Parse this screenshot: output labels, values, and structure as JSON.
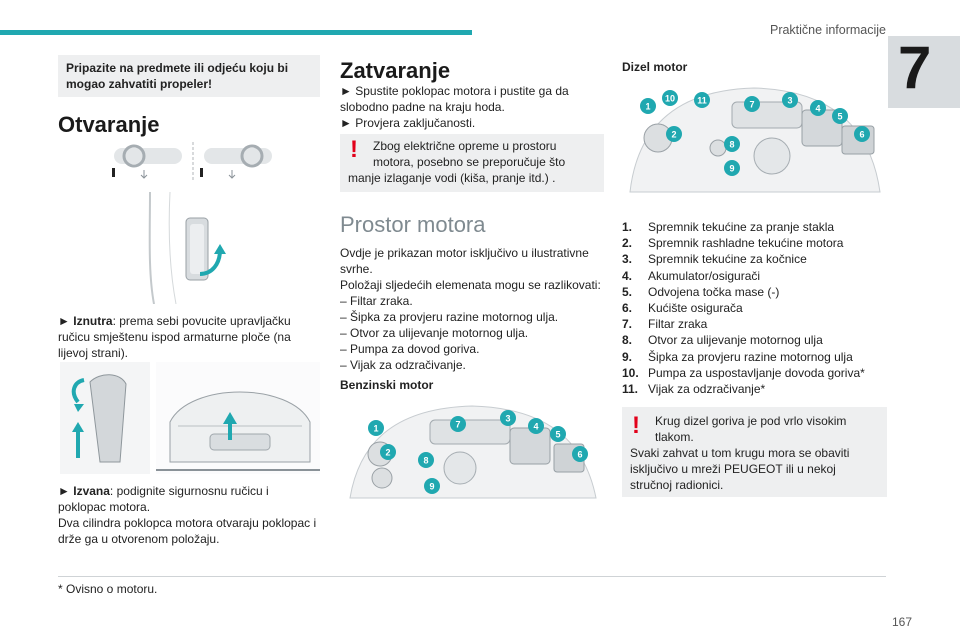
{
  "header": {
    "title": "Praktične informacije",
    "chapter": "7"
  },
  "left": {
    "note": "Pripazite na predmete ili odjeću koju bi mogao zahvatiti propeler!",
    "heading": "Otvaranje",
    "step1_marker": "►",
    "step1_bold": "Iznutra",
    "step1_text": ": prema sebi povucite upravljačku ručicu smještenu ispod armaturne ploče (na lijevoj strani).",
    "step2_marker": "►",
    "step2_bold": "Izvana",
    "step2_text": ": podignite sigurnosnu ručicu i poklopac motora.",
    "step2_extra": "Dva cilindra poklopca motora otvaraju poklopac i drže ga u otvorenom položaju."
  },
  "middle": {
    "heading": "Zatvaranje",
    "steps": [
      "► Spustite poklopac motora i pustite ga da slobodno padne na kraju hoda.",
      "► Provjera zaključanosti."
    ],
    "warning_mark": "!",
    "warning_line1": "Zbog električne opreme u prostoru motora, posebno se preporučuje što",
    "warning_line2": "manje izlaganje vodi (kiša, pranje itd.) .",
    "section_heading": "Prostor motora",
    "intro1": "Ovdje je prikazan motor isključivo u ilustrativne svrhe.",
    "intro2": "Položaji sljedećih elemenata mogu se razlikovati:",
    "list": [
      "– Filtar zraka.",
      "– Šipka za provjeru razine motornog ulja.",
      "– Otvor za ulijevanje motornog ulja.",
      "– Pumpa za dovod goriva.",
      "– Vijak za odzračivanje."
    ],
    "petrol_heading": "Benzinski motor",
    "petrol_badges": [
      "1",
      "2",
      "7",
      "3",
      "4",
      "5",
      "6",
      "8",
      "9"
    ]
  },
  "right": {
    "diesel_heading": "Dizel motor",
    "diesel_badges": [
      "1",
      "10",
      "11",
      "7",
      "3",
      "4",
      "5",
      "6",
      "2",
      "8",
      "9"
    ],
    "items": [
      {
        "n": "1.",
        "t": "Spremnik tekućine za pranje stakla"
      },
      {
        "n": "2.",
        "t": "Spremnik rashladne tekućine motora"
      },
      {
        "n": "3.",
        "t": "Spremnik tekućine za kočnice"
      },
      {
        "n": "4.",
        "t": "Akumulator/osigurači"
      },
      {
        "n": "5.",
        "t": "Odvojena točka mase (-)"
      },
      {
        "n": "6.",
        "t": "Kućište osigurača"
      },
      {
        "n": "7.",
        "t": "Filtar zraka"
      },
      {
        "n": "8.",
        "t": "Otvor za ulijevanje motornog ulja"
      },
      {
        "n": "9.",
        "t": "Šipka za provjeru razine motornog ulja"
      },
      {
        "n": "10.",
        "t": "Pumpa za uspostavljanje dovoda goriva*"
      },
      {
        "n": "11.",
        "t": "Vijak za odzračivanje*"
      }
    ],
    "warning_mark": "!",
    "warning_line1": "Krug dizel goriva je pod vrlo visokim",
    "warning_line2": "tlakom.",
    "warning_rest": "Svaki zahvat u tom krugu mora se obaviti isključivo u mreži PEUGEOT ili u nekoj stručnoj radionici."
  },
  "footer": {
    "footnote": "* Ovisno o motoru.",
    "page": "167"
  }
}
